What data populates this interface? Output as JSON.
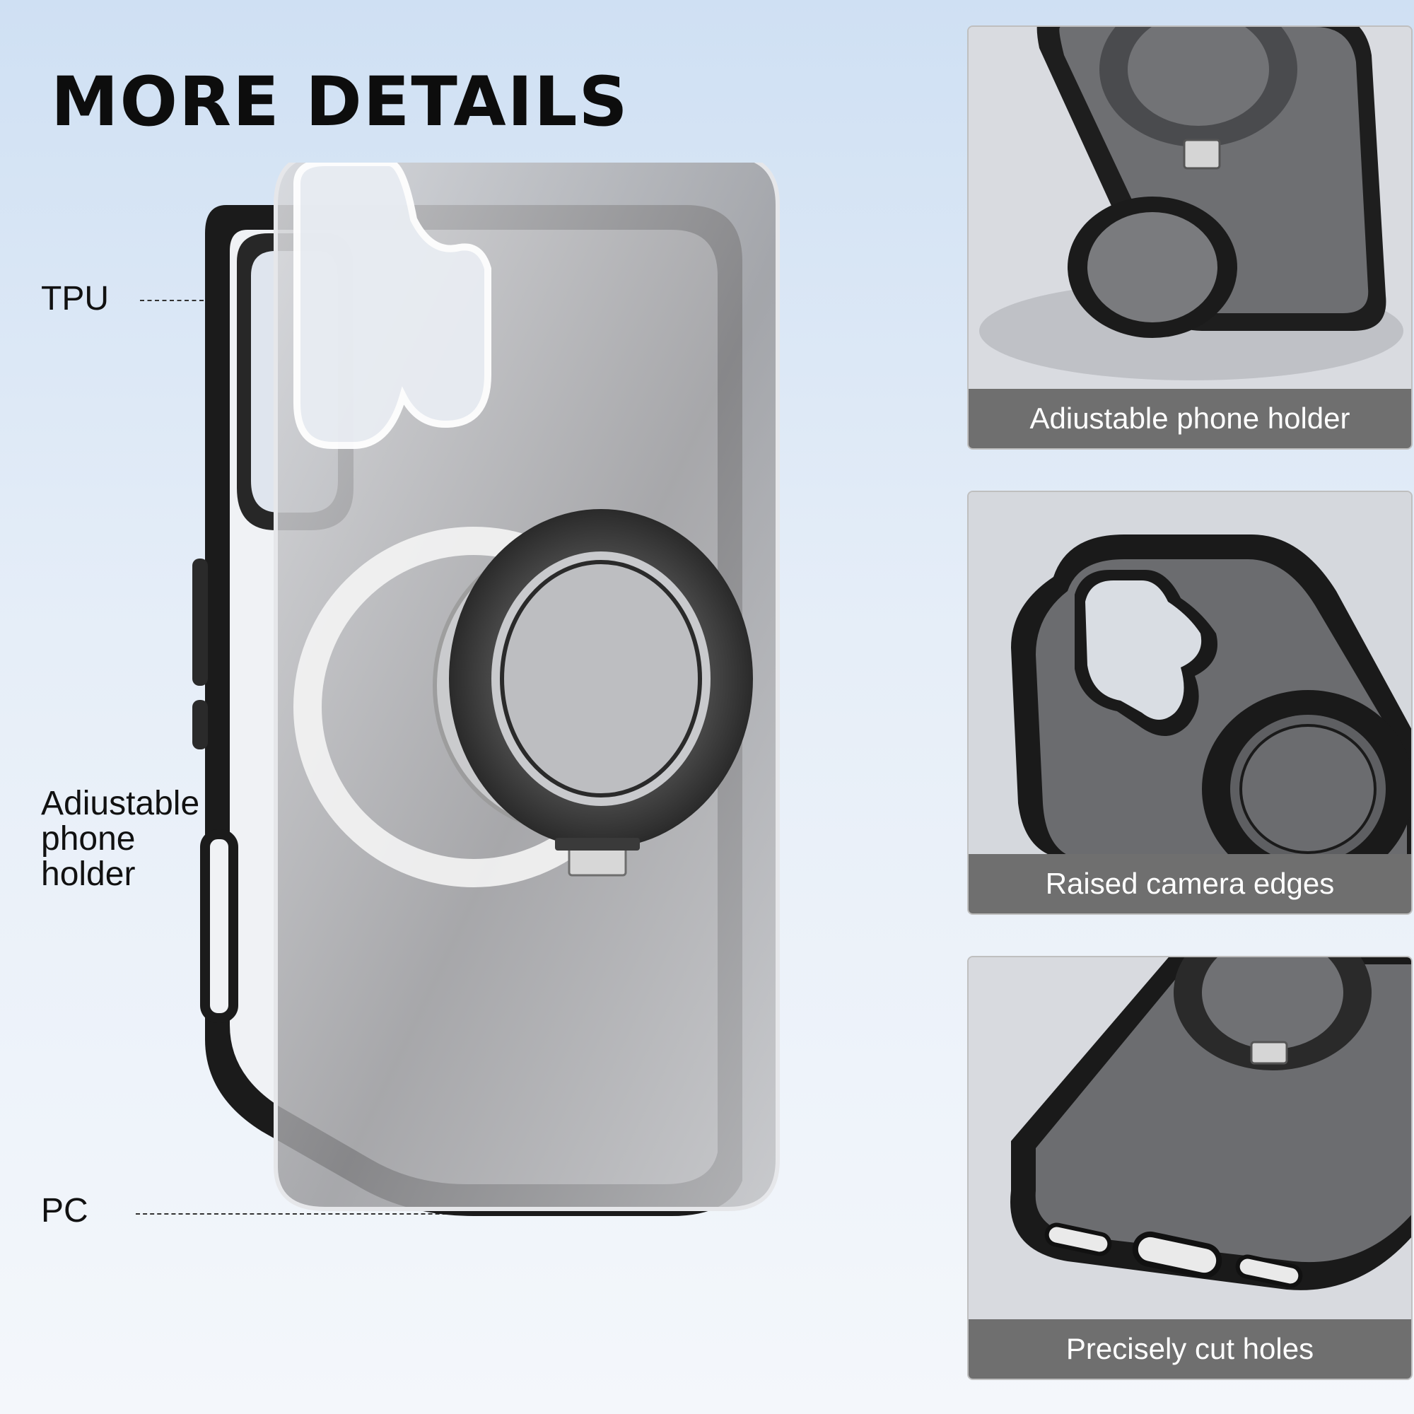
{
  "headline": "MORE DETAILS",
  "callouts": {
    "tpu": "TPU",
    "holder": "Adiustable\nphone\nholder",
    "pc": "PC"
  },
  "panels": [
    {
      "caption": "Adiustable phone holder"
    },
    {
      "caption": "Raised camera edges"
    },
    {
      "caption": "Precisely cut holes"
    }
  ],
  "colors": {
    "frame_black": "#1a1a1a",
    "frosted_gray": "#8e8e8e",
    "caption_bg": "#6f6f6f"
  }
}
